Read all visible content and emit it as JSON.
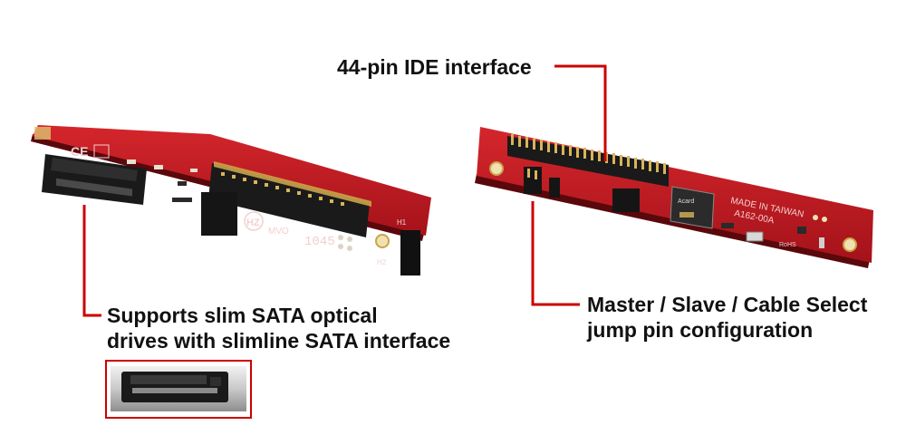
{
  "callouts": {
    "ide": {
      "label": "44-pin IDE interface"
    },
    "sata": {
      "line1": "Supports slim SATA optical",
      "line2": "drives with slimline SATA interface"
    },
    "jumper": {
      "line1": "Master / Slave / Cable Select",
      "line2": "jump pin configuration"
    }
  },
  "board_markings": {
    "ce": "CE",
    "hz": "HZ",
    "mvo": "MVO",
    "date_code": "1045",
    "made_in": "MADE IN TAIWAN",
    "part_no": "A162-00A",
    "chip_brand": "Acard",
    "rohs": "RoHS",
    "h1": "H1",
    "h2": "H2"
  },
  "colors": {
    "accent": "#cc0000",
    "pcb": "#b3141b",
    "pcb_dark": "#6e0a0e",
    "text": "#111111"
  }
}
